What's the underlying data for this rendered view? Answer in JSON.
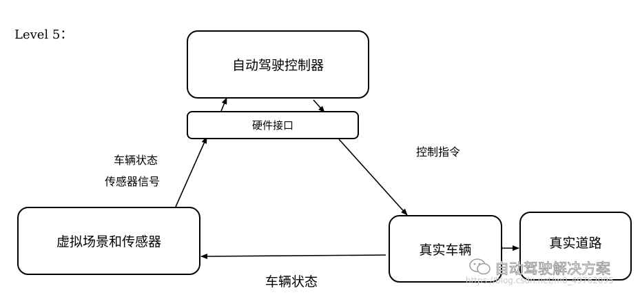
{
  "level_label": "Level 5：",
  "nodes": {
    "controller": "自动驾驶控制器",
    "hardware_interface": "硬件接口",
    "virtual_scene": "虚拟场景和传感器",
    "real_vehicle": "真实车辆",
    "real_road": "真实道路"
  },
  "edge_labels": {
    "vehicle_state_left": "车辆状态",
    "sensor_signal": "传感器信号",
    "control_command": "控制指令",
    "vehicle_state_bottom": "车辆状态"
  },
  "watermark": {
    "text": "自动驾驶解决方案",
    "url": "https://blog.csdn.net/m0_49762095",
    "icon": "wechat-icon"
  }
}
